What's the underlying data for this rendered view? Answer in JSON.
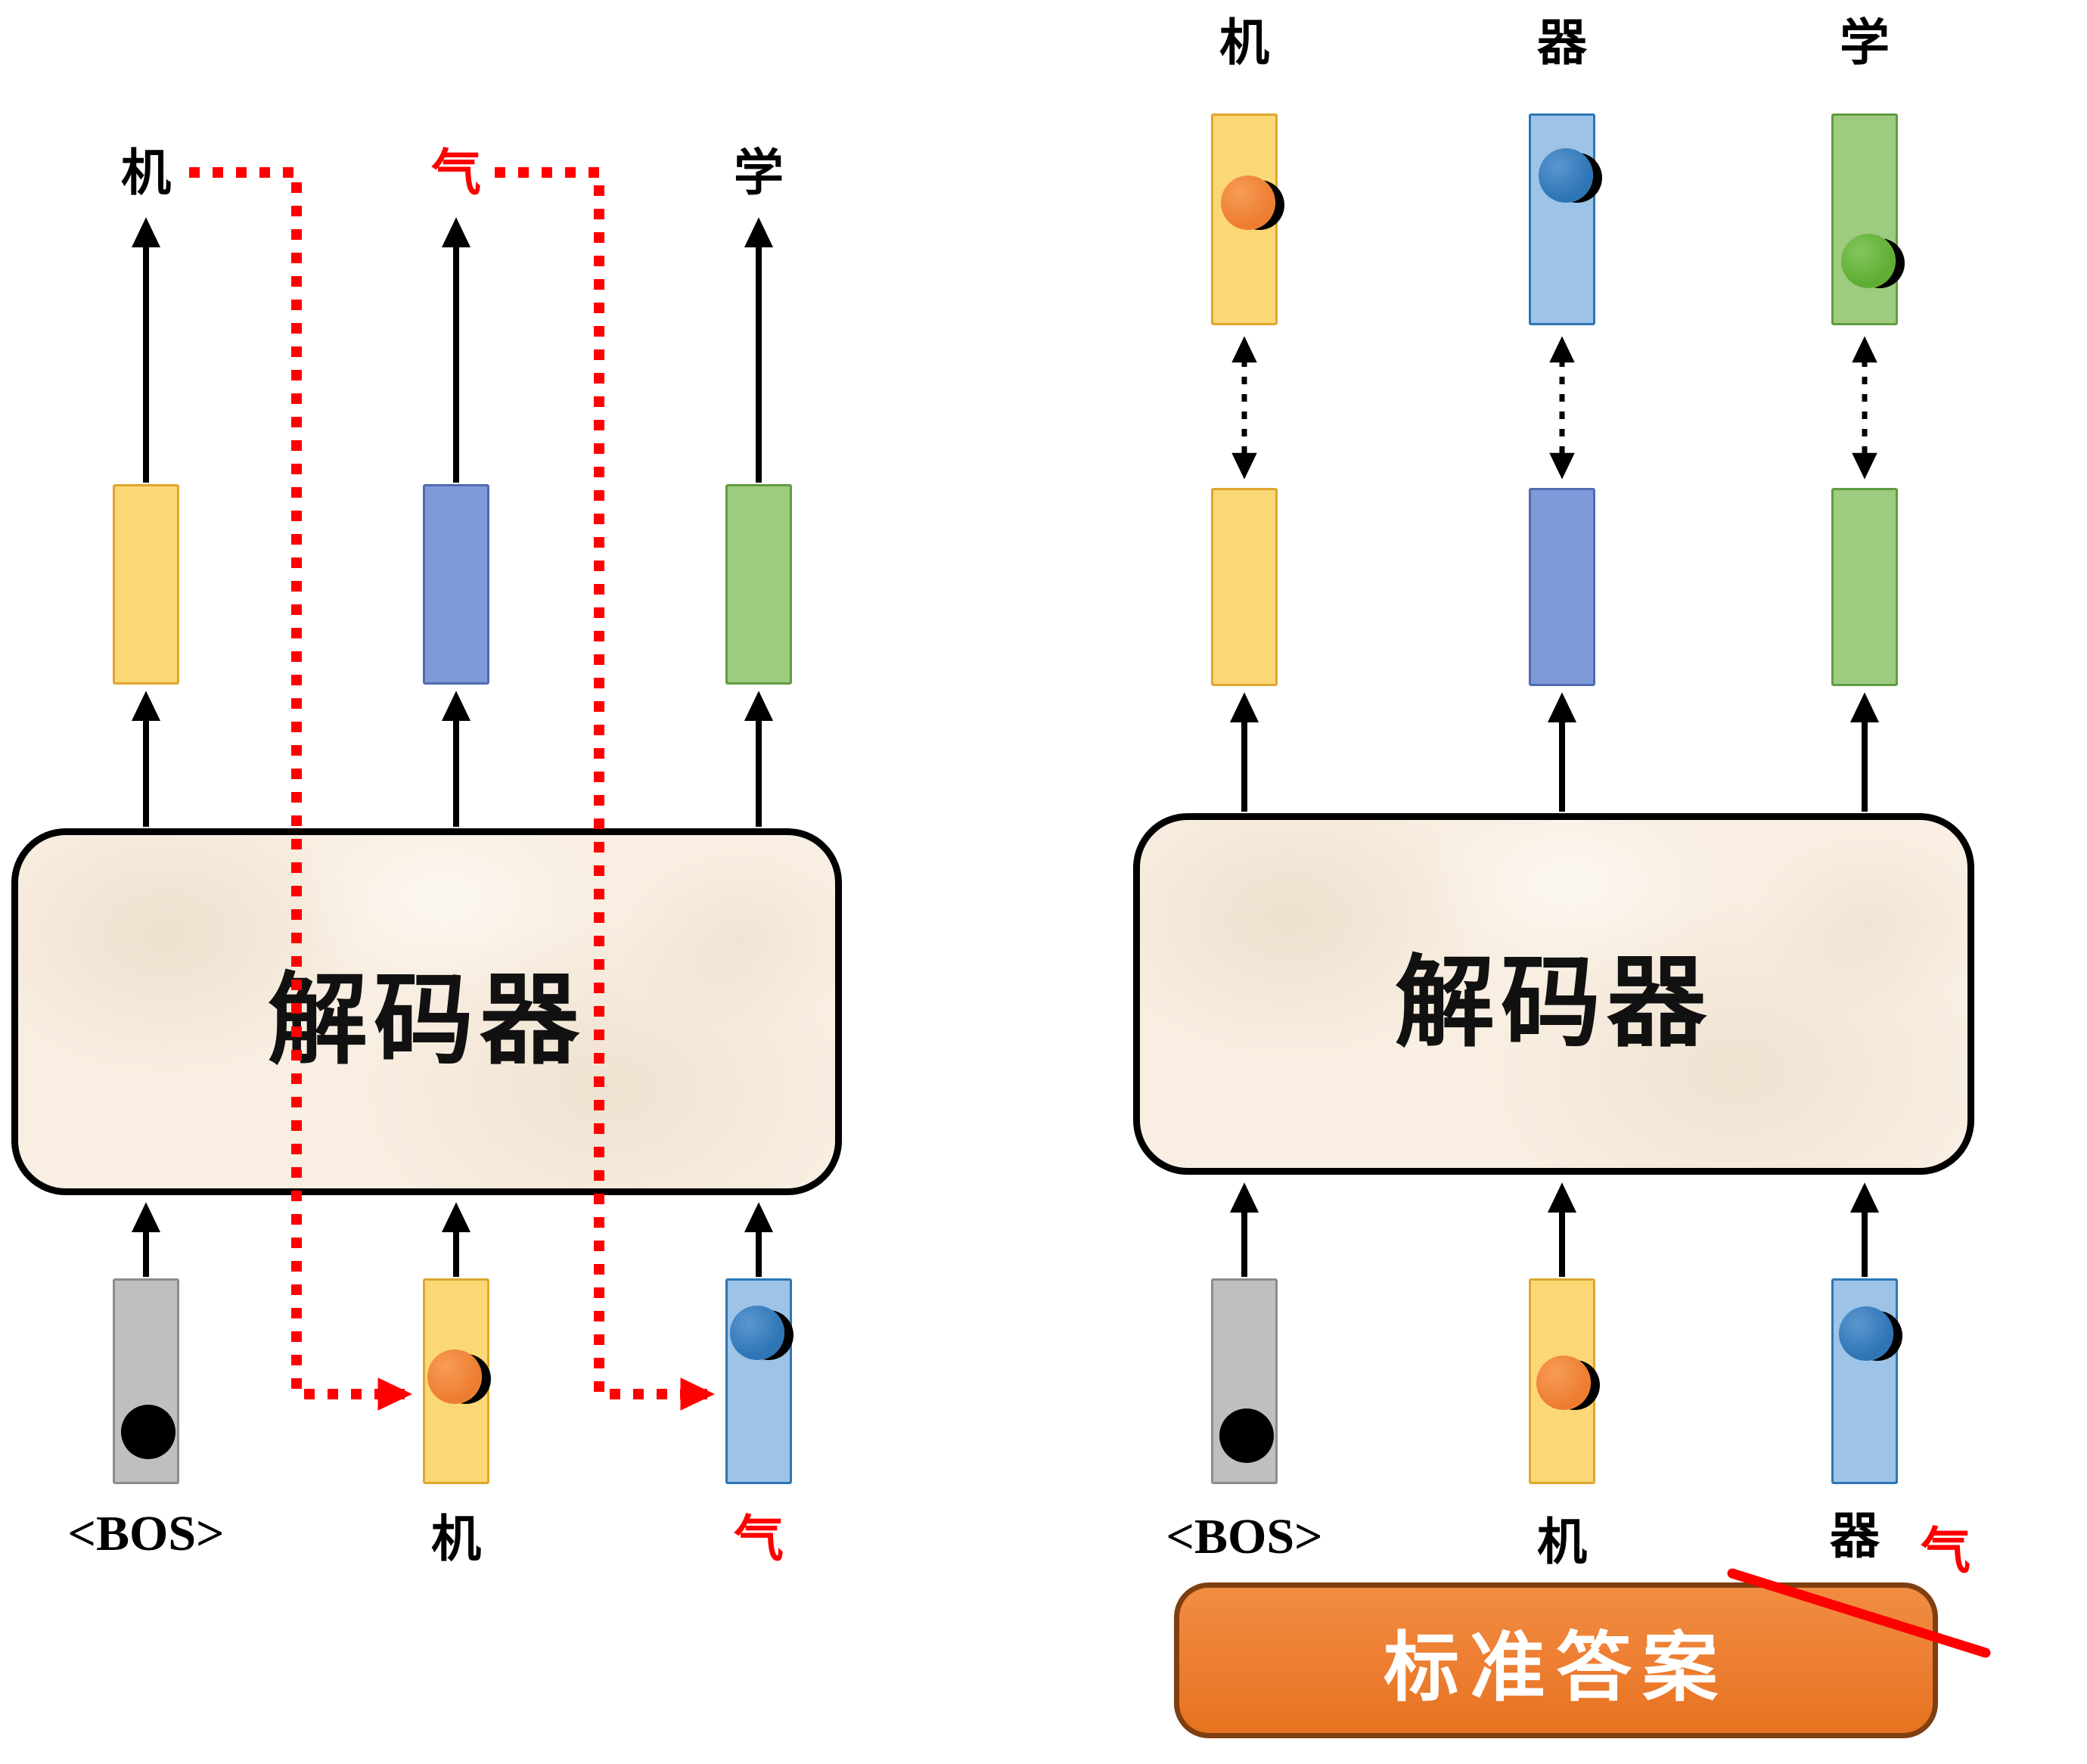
{
  "left_panel": {
    "output_labels": [
      {
        "text": "机"
      },
      {
        "text": "气"
      },
      {
        "text": "学"
      }
    ],
    "decoder_label": "解码器",
    "input_labels": [
      {
        "text": "<BOS>"
      },
      {
        "text": "机"
      },
      {
        "text": "气"
      }
    ]
  },
  "right_panel": {
    "output_labels": [
      {
        "text": "机"
      },
      {
        "text": "器"
      },
      {
        "text": "学"
      }
    ],
    "decoder_label": "解码器",
    "input_labels": [
      {
        "text": "<BOS>"
      },
      {
        "text": "机"
      },
      {
        "text": "器"
      }
    ],
    "struck_replacement_label": "气",
    "answer_box_label": "标准答案"
  },
  "colors": {
    "feedback_red": "#ff0000",
    "token_yellow": "#fbd775",
    "token_blue_light": "#9dc3e6",
    "token_blue_medium": "#7f9ad8",
    "token_green": "#9ecb80",
    "token_gray": "#bfbfbf",
    "dot_orange": "#ed7d31",
    "dot_blue": "#2e75b6",
    "dot_green": "#5fad33",
    "dot_black": "#000000",
    "answer_orange": "#ed7d31",
    "decoder_fill": "#f8eee1"
  }
}
